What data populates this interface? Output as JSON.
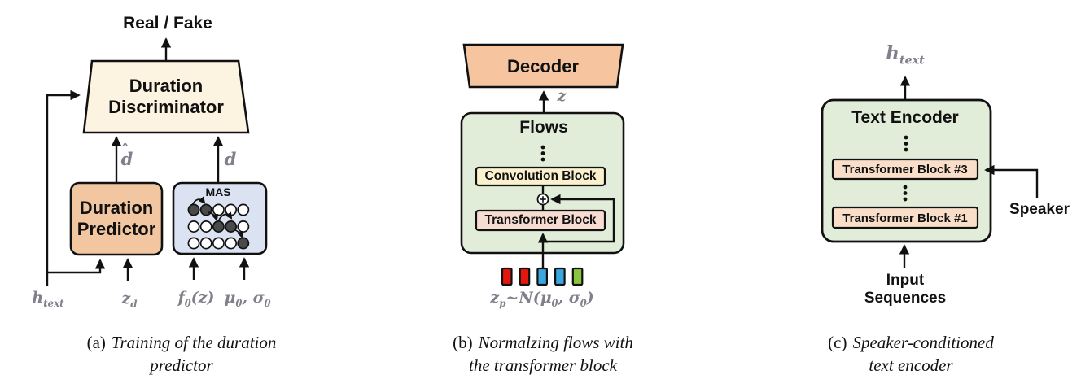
{
  "panels": {
    "a": {
      "caption": {
        "tag": "(a)",
        "line1": "Training of the duration",
        "line2": "predictor"
      },
      "output_label": "Real / Fake",
      "discriminator": {
        "line1": "Duration",
        "line2": "Discriminator"
      },
      "d_hat": {
        "hat": "ˆ",
        "base": "d"
      },
      "d": "d",
      "predictor": {
        "line1": "Duration",
        "line2": "Predictor"
      },
      "mas_label": "MAS",
      "mas_pattern": [
        [
          1,
          1,
          0,
          0,
          0
        ],
        [
          0,
          0,
          1,
          1,
          0
        ],
        [
          0,
          0,
          0,
          0,
          1
        ]
      ],
      "inputs": {
        "h": {
          "base": "h",
          "sub": "text"
        },
        "z": {
          "base": "z",
          "sub": "d"
        },
        "f": {
          "base": "f",
          "sub": "θ",
          "rest": "(z)"
        },
        "musigma": {
          "mu": "μ",
          "mu_sub": "θ",
          "comma": ", ",
          "sigma": "σ",
          "sigma_sub": "θ"
        }
      }
    },
    "b": {
      "caption": {
        "tag": "(b)",
        "line1": "Normalzing flows with",
        "line2": "the transformer block"
      },
      "decoder": "Decoder",
      "z": "z",
      "flows": "Flows",
      "conv_block": "Convolution Block",
      "transformer_block": "Transformer Block",
      "tokens": [
        "#e3170d",
        "#e3170d",
        "#3aa7e0",
        "#3aa7e0",
        "#8bc53f"
      ],
      "z_p": {
        "base": "z",
        "sub": "p",
        "mid": "~N(",
        "mu": "μ",
        "mu_sub": "θ",
        "comma": ", ",
        "sigma": "σ",
        "sigma_sub": "θ",
        "close": ")"
      }
    },
    "c": {
      "caption": {
        "tag": "(c)",
        "line1": "Speaker-conditioned",
        "line2": "text encoder"
      },
      "h_text": {
        "base": "h",
        "sub": "text"
      },
      "encoder": "Text Encoder",
      "tb3": "Transformer Block #3",
      "tb1": "Transformer Block #1",
      "speaker": "Speaker",
      "input": {
        "line1": "Input",
        "line2": "Sequences"
      }
    }
  },
  "colors": {
    "background": "#ffffff",
    "discriminator_fill": "#fcf3e1",
    "predictor_fill": "#f3c6a2",
    "mas_fill": "#dbe2f1",
    "mas_filled_circle": "#4a4a4a",
    "decoder_fill": "#f6c5a0",
    "green_fill": "#e1ecd9",
    "conv_fill": "#faf1ce",
    "transformer_b_fill": "#f7dcd2",
    "transformer_c_fill": "#f9dec9",
    "gray_label": "#80808c",
    "line": "#111111"
  }
}
